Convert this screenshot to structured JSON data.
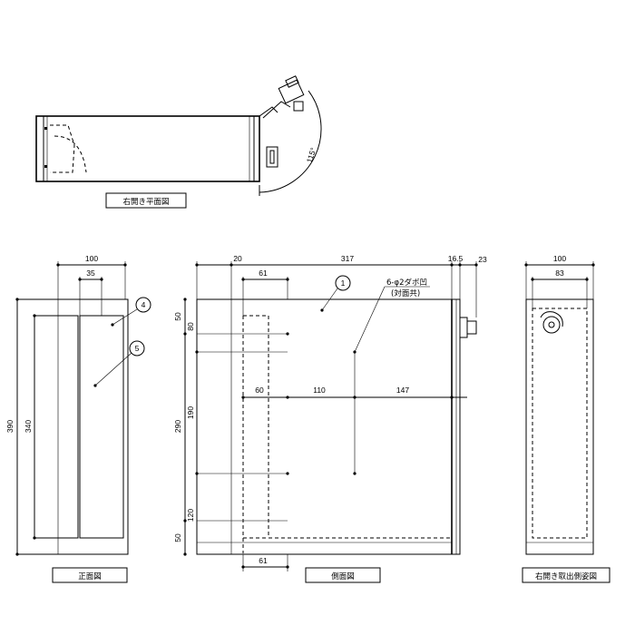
{
  "views": {
    "top": {
      "title": "右開き平面図",
      "angle": "115°"
    },
    "front": {
      "title": "正面図",
      "dims": {
        "width": "100",
        "inner": "35",
        "height": "390",
        "inner_height": "340"
      }
    },
    "side": {
      "title": "側面図",
      "dims": {
        "d20": "20",
        "d317": "317",
        "d16_5": "16.5",
        "d23": "23",
        "d61_top": "61",
        "d61_bottom": "61",
        "d60": "60",
        "d110": "110",
        "d147": "147",
        "d50_top": "50",
        "d80": "80",
        "d190": "190",
        "d290": "290",
        "d120": "120",
        "d50_bottom": "50"
      }
    },
    "open_side": {
      "title": "右開き取出側姿図",
      "dims": {
        "width": "100",
        "inner": "83"
      }
    }
  },
  "callouts": {
    "c1": "1",
    "c4": "4",
    "c5": "5"
  },
  "note": {
    "line1": "6-φ2ダボ凹",
    "line2": "(対面共)"
  }
}
